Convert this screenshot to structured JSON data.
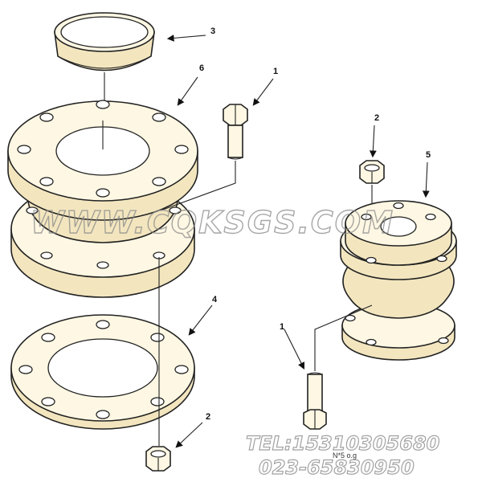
{
  "callouts": {
    "c3": "3",
    "c6": "6",
    "c1_top": "1",
    "c2_top": "2",
    "c5": "5",
    "c4": "4",
    "c1_bottom": "1",
    "c2_bottom": "2"
  },
  "watermark": {
    "text": "WWW.CQKSGS.COM",
    "tel": "TEL:15310305680",
    "phone": "023-65830950"
  },
  "note_text": "N*5 o.g",
  "colors": {
    "part_fill": "#fdf7e3",
    "line": "#222222",
    "watermark": "#8a8a8a"
  }
}
